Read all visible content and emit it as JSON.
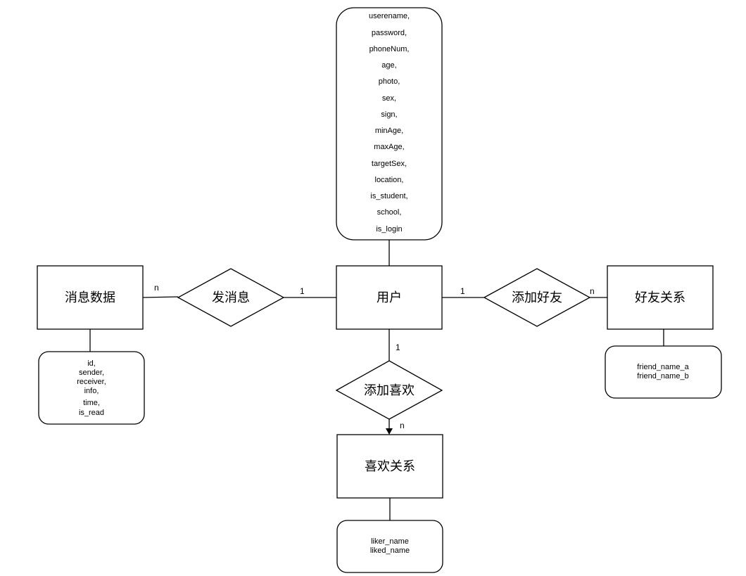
{
  "entities": {
    "user": "用户",
    "message_data": "消息数据",
    "friend_relation": "好友关系",
    "like_relation": "喜欢关系"
  },
  "relations": {
    "send_message": "发消息",
    "add_friend": "添加好友",
    "add_like": "添加喜欢"
  },
  "attributes": {
    "user": [
      "userename,",
      "password,",
      "phoneNum,",
      "age,",
      "photo,",
      "sex,",
      "sign,",
      "minAge,",
      "maxAge,",
      "targetSex,",
      "location,",
      "is_student,",
      "school,",
      "is_login"
    ],
    "message_data": [
      "id,",
      "sender,",
      "receiver,",
      "info,",
      "time,",
      "is_read"
    ],
    "friend_relation": [
      "friend_name_a",
      "friend_name_b"
    ],
    "like_relation": [
      "liker_name",
      "liked_name"
    ]
  },
  "cardinalities": {
    "message_side": "n",
    "user_message_side": "1",
    "user_friend_side": "1",
    "friend_side": "n",
    "user_like_side": "1",
    "like_side": "n"
  }
}
